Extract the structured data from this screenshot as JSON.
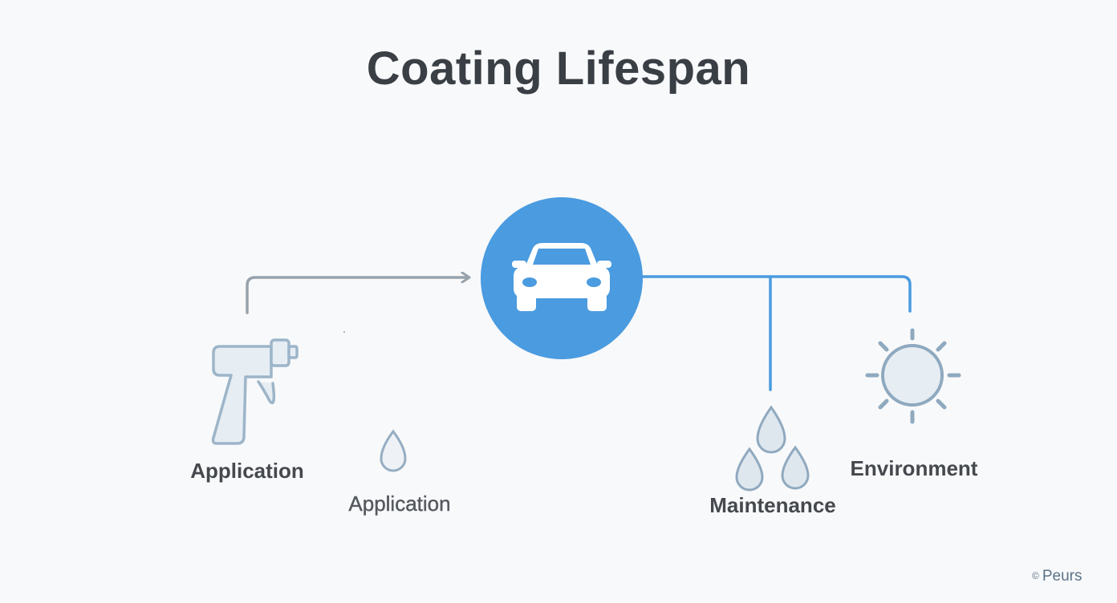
{
  "title": "Coating Lifespan",
  "nodes": {
    "center": {
      "icon": "car-icon"
    },
    "application_tool": {
      "icon": "spray-gun-icon",
      "label": "Application"
    },
    "application_drop": {
      "icon": "droplet-icon",
      "label": "Application"
    },
    "maintenance": {
      "icon": "droplets-icon",
      "label": "Maintenance"
    },
    "environment": {
      "icon": "sun-icon",
      "label": "Environment"
    }
  },
  "brand": {
    "mark": "©",
    "name": "Peurs"
  },
  "colors": {
    "primary_blue": "#4a9be0",
    "connector_gray": "#97a2ab",
    "icon_stroke": "#8fa9bf",
    "icon_fill": "#e6edf3",
    "text_dark": "#3a3f45"
  }
}
